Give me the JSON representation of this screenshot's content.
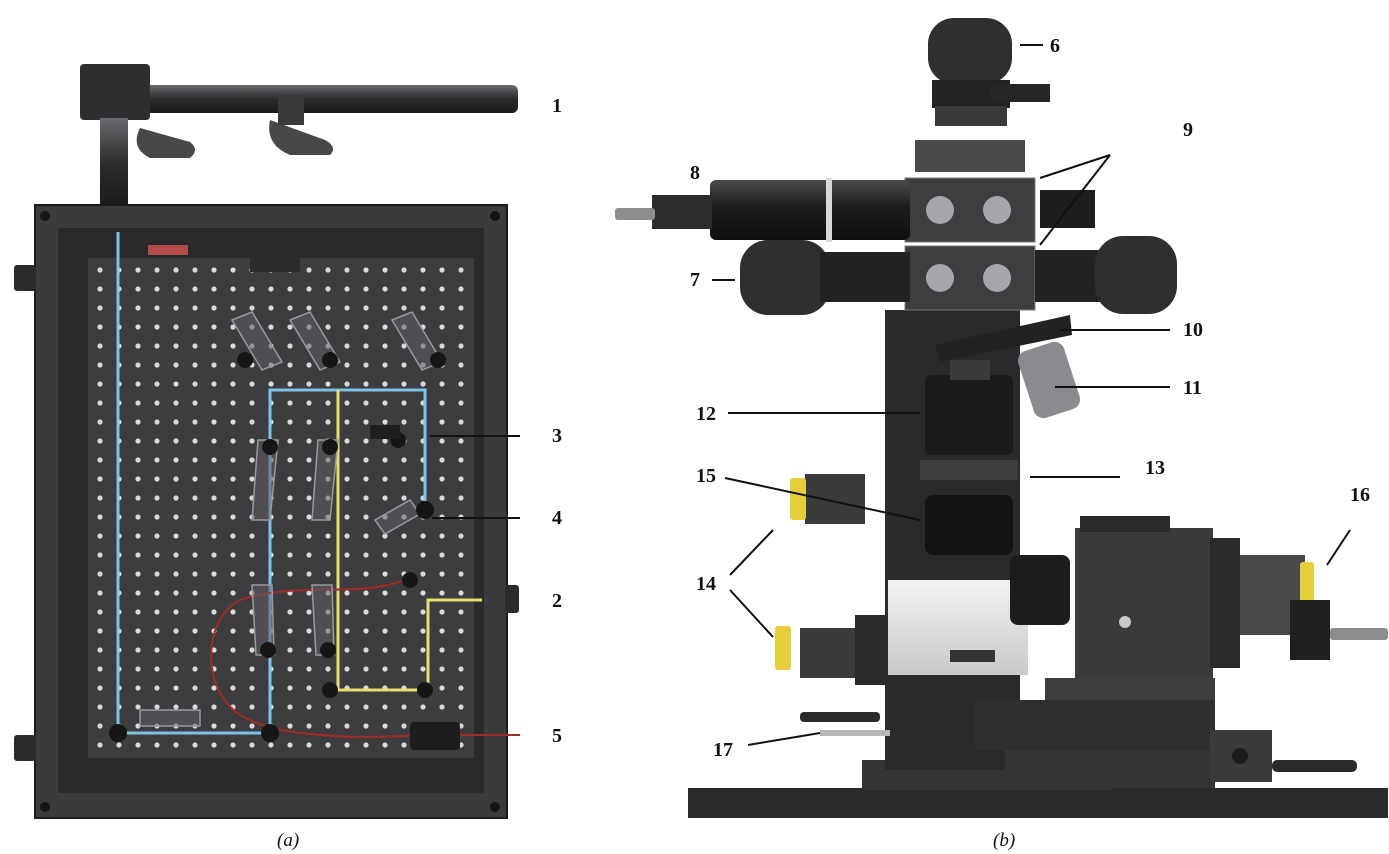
{
  "figure": {
    "panel_a_caption": "(a)",
    "panel_b_caption": "(b)"
  },
  "callouts_a": [
    {
      "id": "a1",
      "text": "1"
    },
    {
      "id": "a3",
      "text": "3"
    },
    {
      "id": "a4",
      "text": "4"
    },
    {
      "id": "a2",
      "text": "2"
    },
    {
      "id": "a5",
      "text": "5"
    }
  ],
  "callouts_b": [
    {
      "id": "b6",
      "text": "6"
    },
    {
      "id": "b9",
      "text": "9"
    },
    {
      "id": "b8",
      "text": "8"
    },
    {
      "id": "b7",
      "text": "7"
    },
    {
      "id": "b10",
      "text": "10"
    },
    {
      "id": "b11",
      "text": "11"
    },
    {
      "id": "b12",
      "text": "12"
    },
    {
      "id": "b13",
      "text": "13"
    },
    {
      "id": "b15",
      "text": "15"
    },
    {
      "id": "b16",
      "text": "16"
    },
    {
      "id": "b14",
      "text": "14"
    },
    {
      "id": "b17",
      "text": "17"
    }
  ],
  "colors": {
    "frame": "#3b3b3d",
    "board": "#3d3d40",
    "hole": "#d9d9dc",
    "beam_blue": "#7cc3e6",
    "beam_yellow": "#e8e06a",
    "fiber_red": "#a52a2a",
    "metal_light": "#b9b9bc",
    "body_dark": "#2a2a2c",
    "housing_white": "#e6e6e6",
    "knob_yellow": "#e3cf3a"
  }
}
